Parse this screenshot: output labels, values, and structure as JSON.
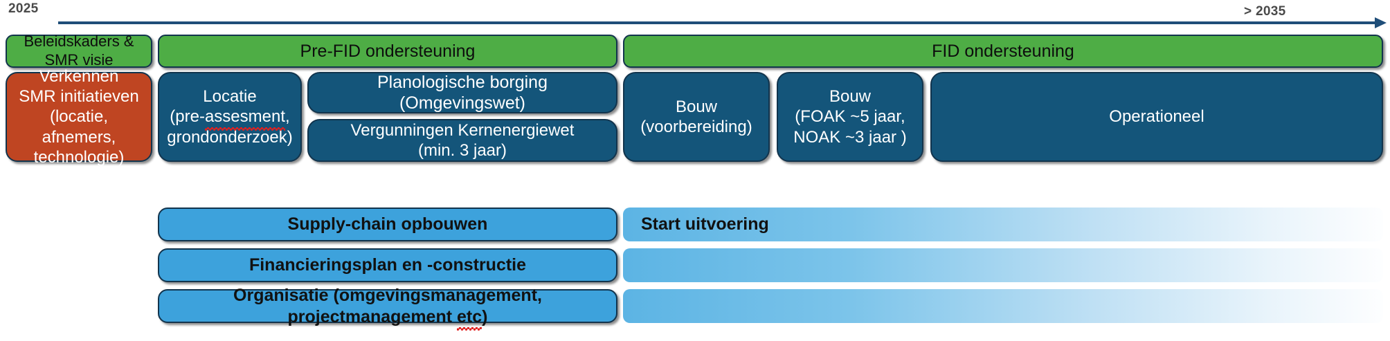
{
  "timeline": {
    "start_label": "2025",
    "end_label": "> 2035",
    "axis_color": "#1f4e79"
  },
  "phases": [
    {
      "label": "Beleidskaders &\nSMR visie",
      "line1": "Beleidskaders &",
      "line2": "SMR visie",
      "color": "#4ead45"
    },
    {
      "label": "Pre-FID ondersteuning",
      "color": "#4ead45"
    },
    {
      "label": "FID ondersteuning",
      "color": "#4ead45"
    }
  ],
  "activities": {
    "explore": {
      "line1": "Verkennen",
      "line2": "SMR initiatieven",
      "line3": "(locatie,",
      "line4": "afnemers,",
      "line5": "technologie)",
      "color": "#bf4522"
    },
    "location": {
      "line1": "Locatie",
      "line2_pre": "(pre-",
      "line2_misspelled": "assesment",
      "line2_post": ",",
      "line3": "grondonderzoek)",
      "color": "#14557a"
    },
    "spatial": {
      "label": "Planologische borging (Omgevingswet)",
      "color": "#14557a"
    },
    "permits": {
      "line1": "Vergunningen Kernenergiewet",
      "line2": "(min. 3 jaar)",
      "color": "#14557a"
    },
    "build_prep": {
      "line1": "Bouw",
      "line2": "(voorbereiding)",
      "color": "#14557a"
    },
    "build": {
      "line1": "Bouw",
      "line2": "(FOAK ~5 jaar,",
      "line3": "NOAK ~3 jaar )",
      "color": "#14557a"
    },
    "operational": {
      "label": "Operationeel",
      "color": "#14557a"
    }
  },
  "streams": [
    {
      "left_label": "Supply-chain opbouwen",
      "right_label": "Start uitvoering",
      "color": "#3da2dc"
    },
    {
      "left_label": "Financieringsplan en -constructie",
      "right_label": "",
      "color": "#3da2dc"
    },
    {
      "left_label_pre": "Organisatie (omgevingsmanagement, projectmanagement ",
      "left_label_misspelled": "etc",
      "left_label_post": ")",
      "right_label": "",
      "color": "#3da2dc"
    }
  ]
}
